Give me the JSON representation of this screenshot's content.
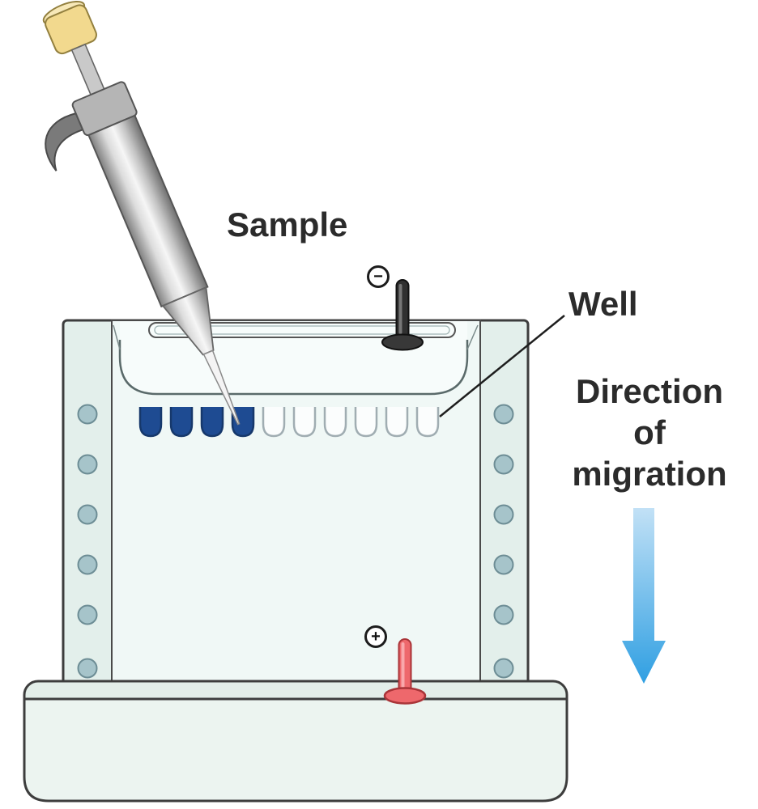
{
  "diagram": {
    "labels": {
      "sample": "Sample",
      "well": "Well",
      "direction": [
        "Direction",
        "of",
        "migration"
      ],
      "negative_terminal": "−",
      "positive_terminal": "+"
    },
    "wells": {
      "total": 10,
      "filled": 4
    },
    "colors": {
      "outline": "#3d3d3d",
      "tray_fill": "#e3eee9",
      "tray_front_fill": "#ecf4f0",
      "rail_fill": "#e3efeb",
      "gel_fill": "#f0f8f6",
      "buffer_fill": "#f7fcfb",
      "hole_fill": "#a6c4ca",
      "sample_blue": "#1e4b92",
      "well_empty": "#fbfdfd",
      "arrow_gradient_top": "#c2e1f6",
      "arrow_gradient_bottom": "#2f9fe2",
      "negative_electrode": "#303030",
      "positive_electrode": "#ee686c",
      "pipette_cap": "#f2d98e",
      "text": "#2b2b2b"
    }
  }
}
